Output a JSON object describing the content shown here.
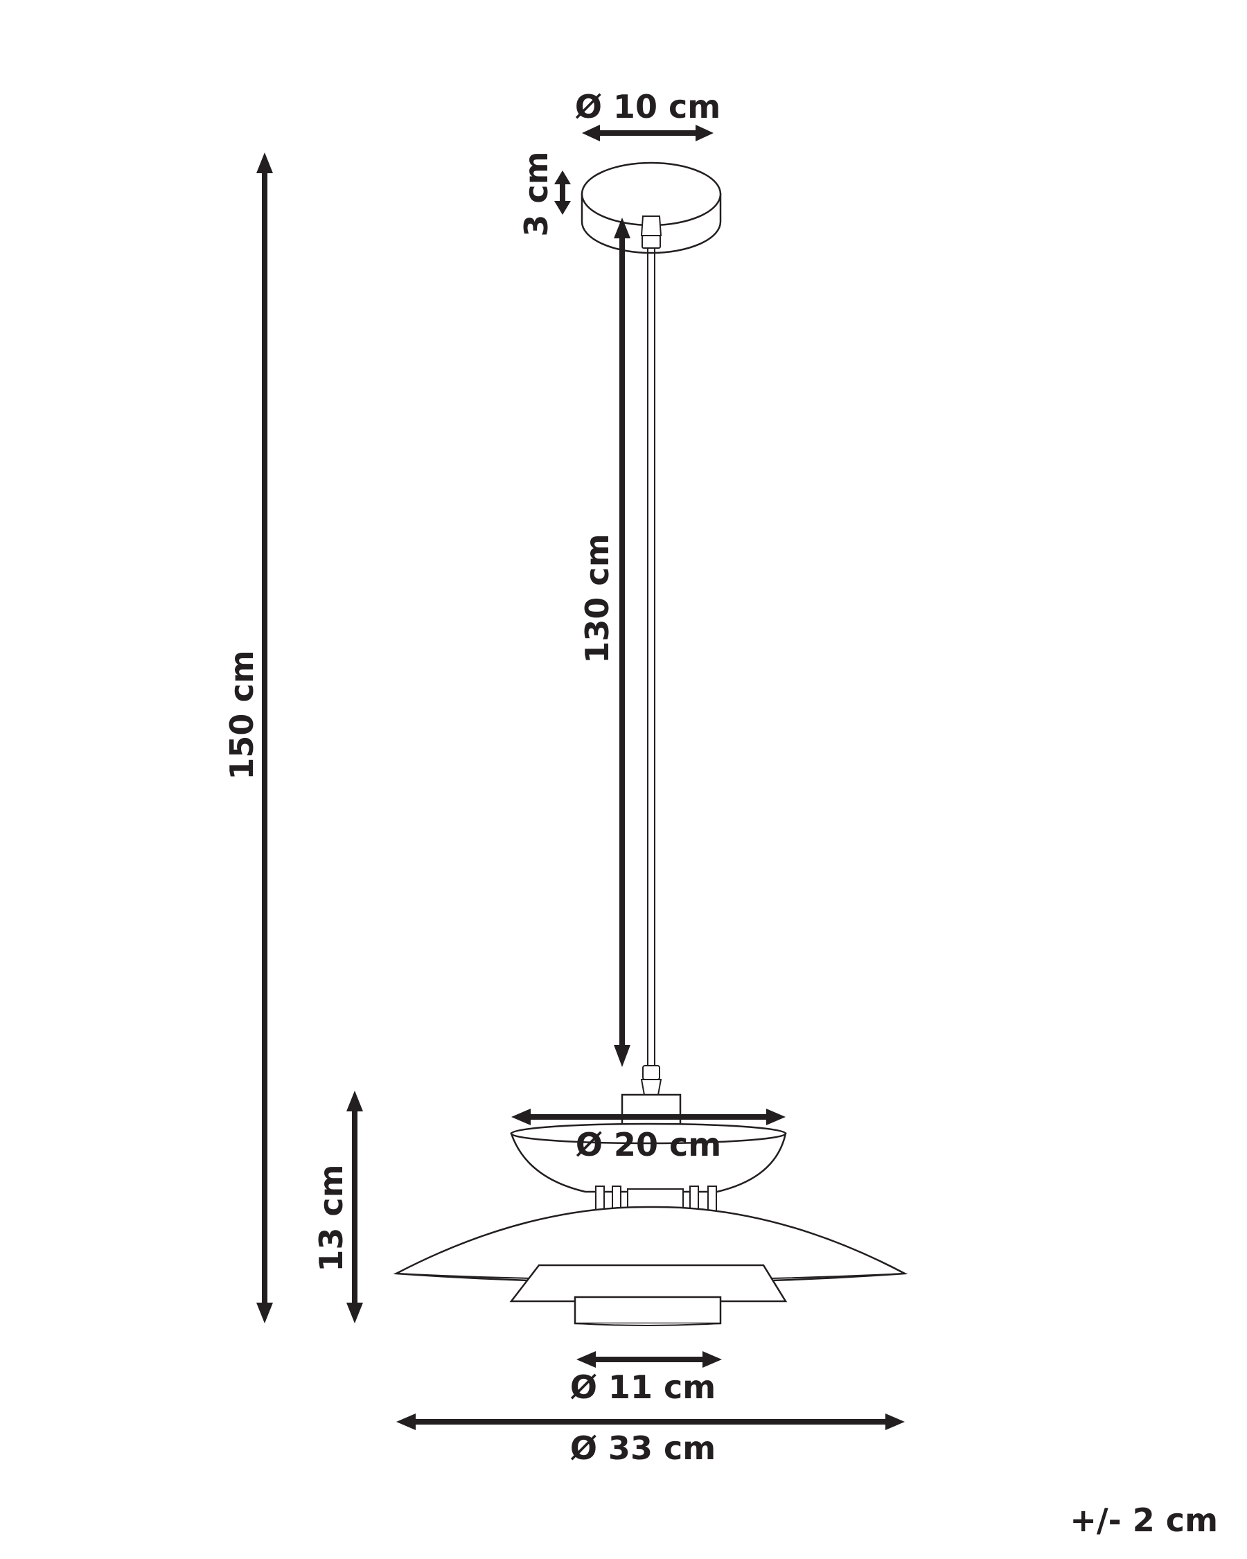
{
  "dimensions": {
    "canopy_diameter": "Ø 10 cm",
    "canopy_height": "3 cm",
    "cable_length": "130 cm",
    "total_height": "150 cm",
    "shade_height": "13 cm",
    "upper_shade_diameter": "Ø 20 cm",
    "bottom_diffuser_diameter": "Ø 11 cm",
    "main_shade_diameter": "Ø 33 cm"
  },
  "tolerance": "+/- 2 cm",
  "colors": {
    "line": "#231f20",
    "background": "#ffffff"
  }
}
